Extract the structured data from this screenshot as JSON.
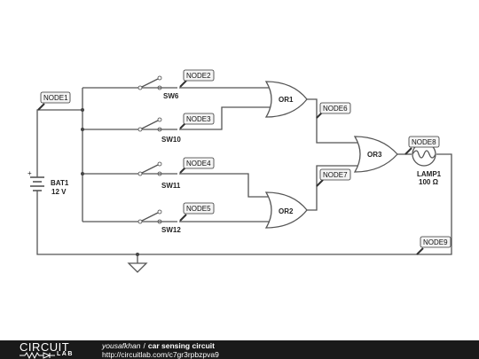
{
  "nodes": {
    "n1": "NODE1",
    "n2": "NODE2",
    "n3": "NODE3",
    "n4": "NODE4",
    "n5": "NODE5",
    "n6": "NODE6",
    "n7": "NODE7",
    "n8": "NODE8",
    "n9": "NODE9"
  },
  "components": {
    "battery": {
      "name": "BAT1",
      "value": "12 V"
    },
    "sw6": "SW6",
    "sw10": "SW10",
    "sw11": "SW11",
    "sw12": "SW12",
    "or1": "OR1",
    "or2": "OR2",
    "or3": "OR3",
    "lamp": {
      "name": "LAMP1",
      "value": "100 Ω"
    }
  },
  "footer": {
    "logo_text": "CIRCUIT",
    "logo_sub": "LAB",
    "author": "yousafkhan",
    "separator": "/",
    "title": "car sensing circuit",
    "url": "http://circuitlab.com/c7gr3rpbzpva9"
  }
}
